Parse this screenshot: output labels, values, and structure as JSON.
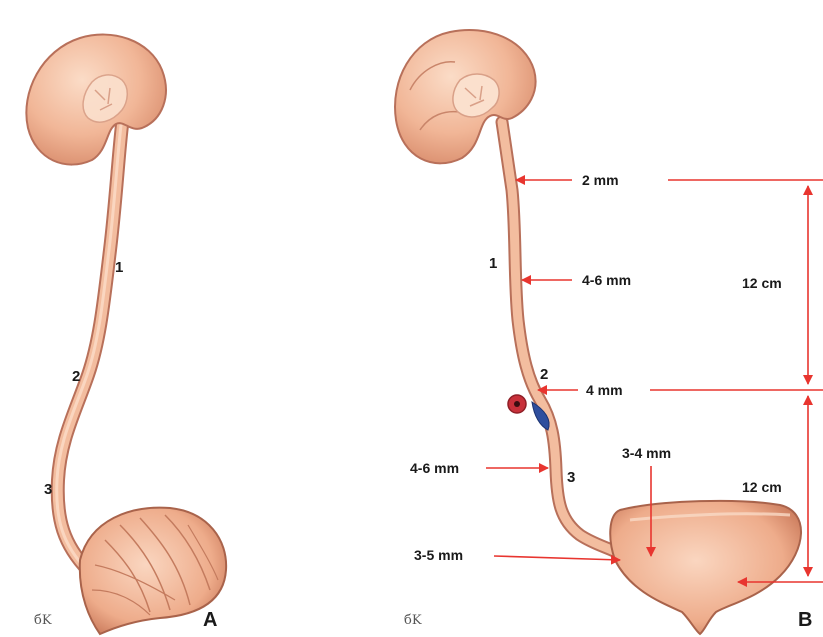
{
  "panels": {
    "a": {
      "label": "A",
      "signature": "бK",
      "segments": [
        "1",
        "2",
        "3"
      ]
    },
    "b": {
      "label": "B",
      "signature": "бK",
      "segments": [
        "1",
        "2",
        "3"
      ],
      "measurements": {
        "pelvic_junction": "2 mm",
        "upper_ureter": "4-6 mm",
        "iliac_crossing": "4 mm",
        "pelvic_ureter": "4-6 mm",
        "intramural": "3-4 mm",
        "vesical_junction": "3-5 mm",
        "upper_length": "12 cm",
        "lower_length": "12 cm"
      }
    }
  },
  "colors": {
    "organ_fill": "#f0b595",
    "organ_light": "#f8d2bb",
    "organ_stroke": "#b8705a",
    "arrow": "#e8352f",
    "vessel_red": "#c8303a",
    "vessel_blue": "#2f4f9e"
  }
}
